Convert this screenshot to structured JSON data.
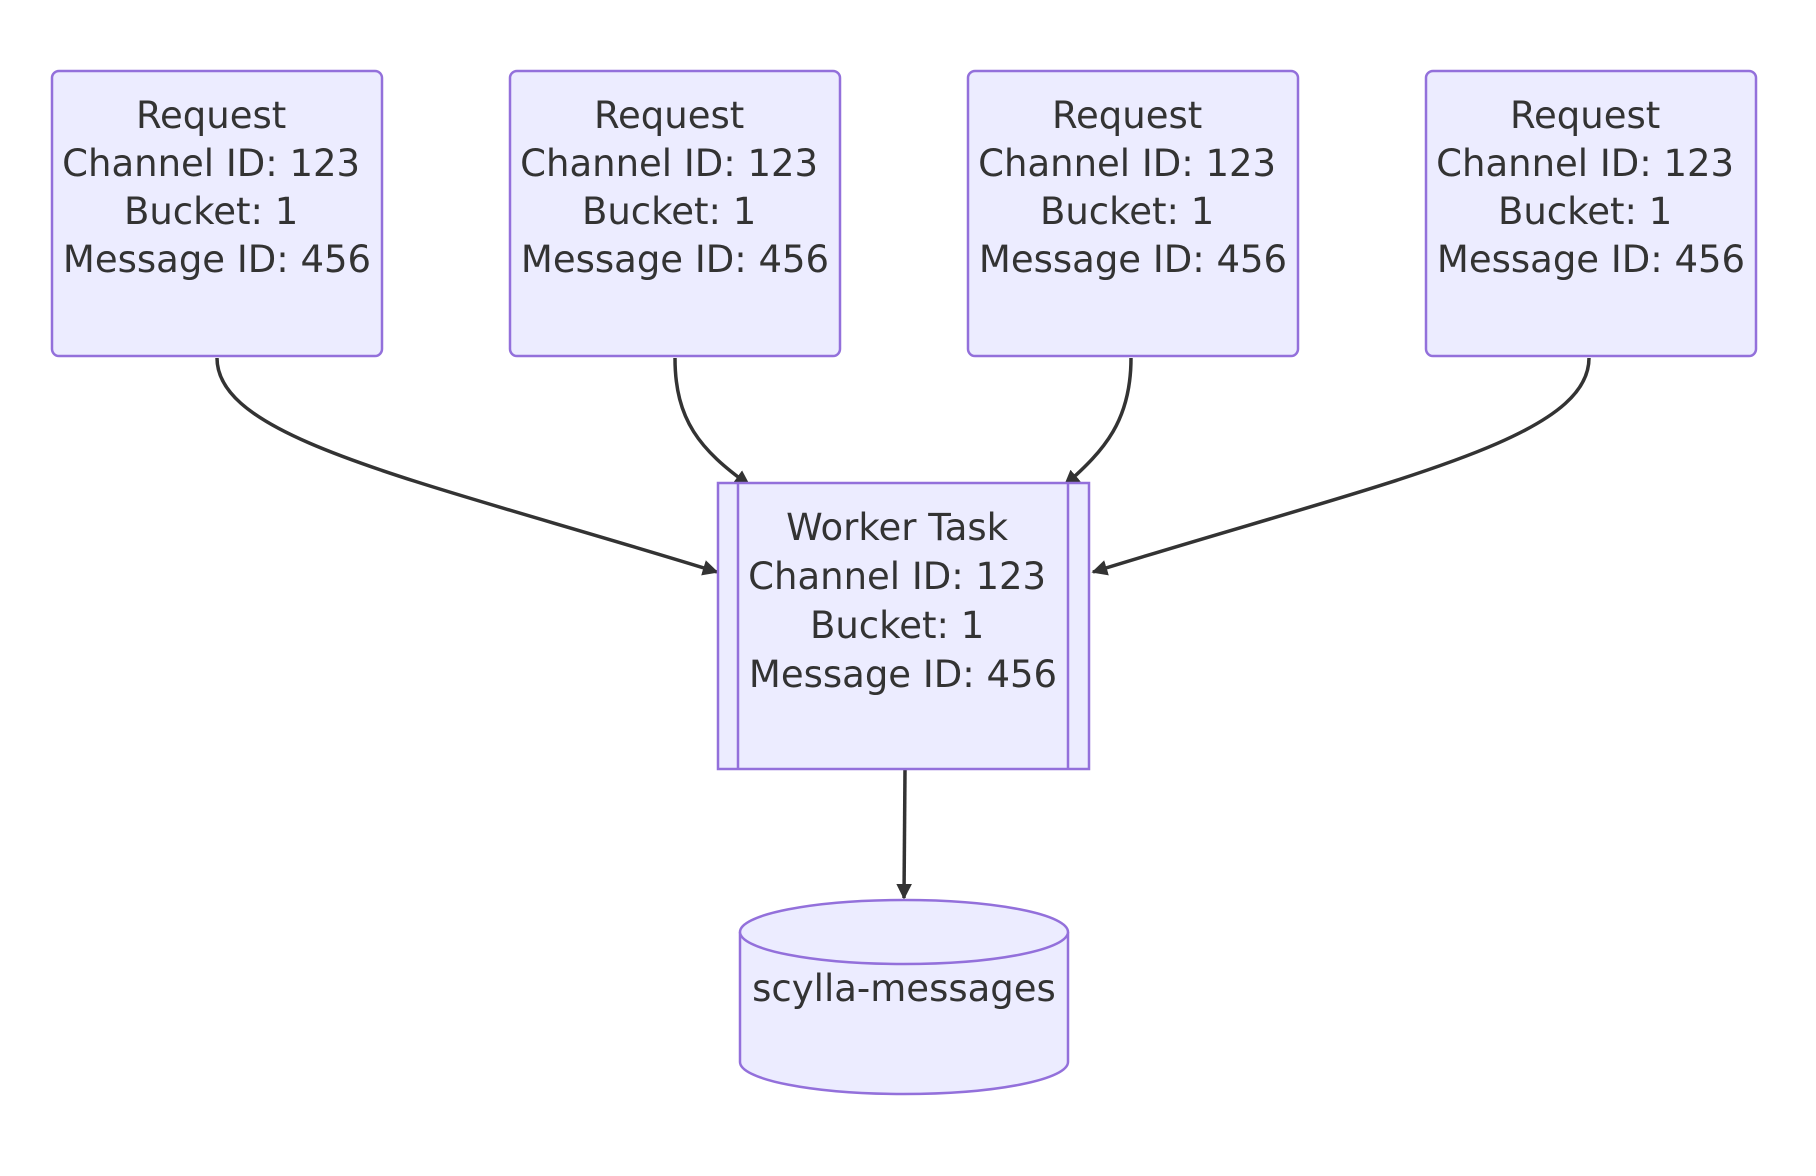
{
  "diagram": {
    "requests": [
      {
        "lines": [
          "Request",
          "Channel ID: 123",
          "Bucket: 1",
          "Message ID: 456"
        ]
      },
      {
        "lines": [
          "Request",
          "Channel ID: 123",
          "Bucket: 1",
          "Message ID: 456"
        ]
      },
      {
        "lines": [
          "Request",
          "Channel ID: 123",
          "Bucket: 1",
          "Message ID: 456"
        ]
      },
      {
        "lines": [
          "Request",
          "Channel ID: 123",
          "Bucket: 1",
          "Message ID: 456"
        ]
      }
    ],
    "worker": {
      "lines": [
        "Worker Task",
        "Channel ID: 123",
        "Bucket: 1",
        "Message ID: 456"
      ]
    },
    "database": {
      "label": "scylla-messages"
    },
    "colors": {
      "node_fill": "#ececff",
      "node_stroke": "#9370db",
      "edge": "#333333",
      "text": "#333333"
    }
  }
}
